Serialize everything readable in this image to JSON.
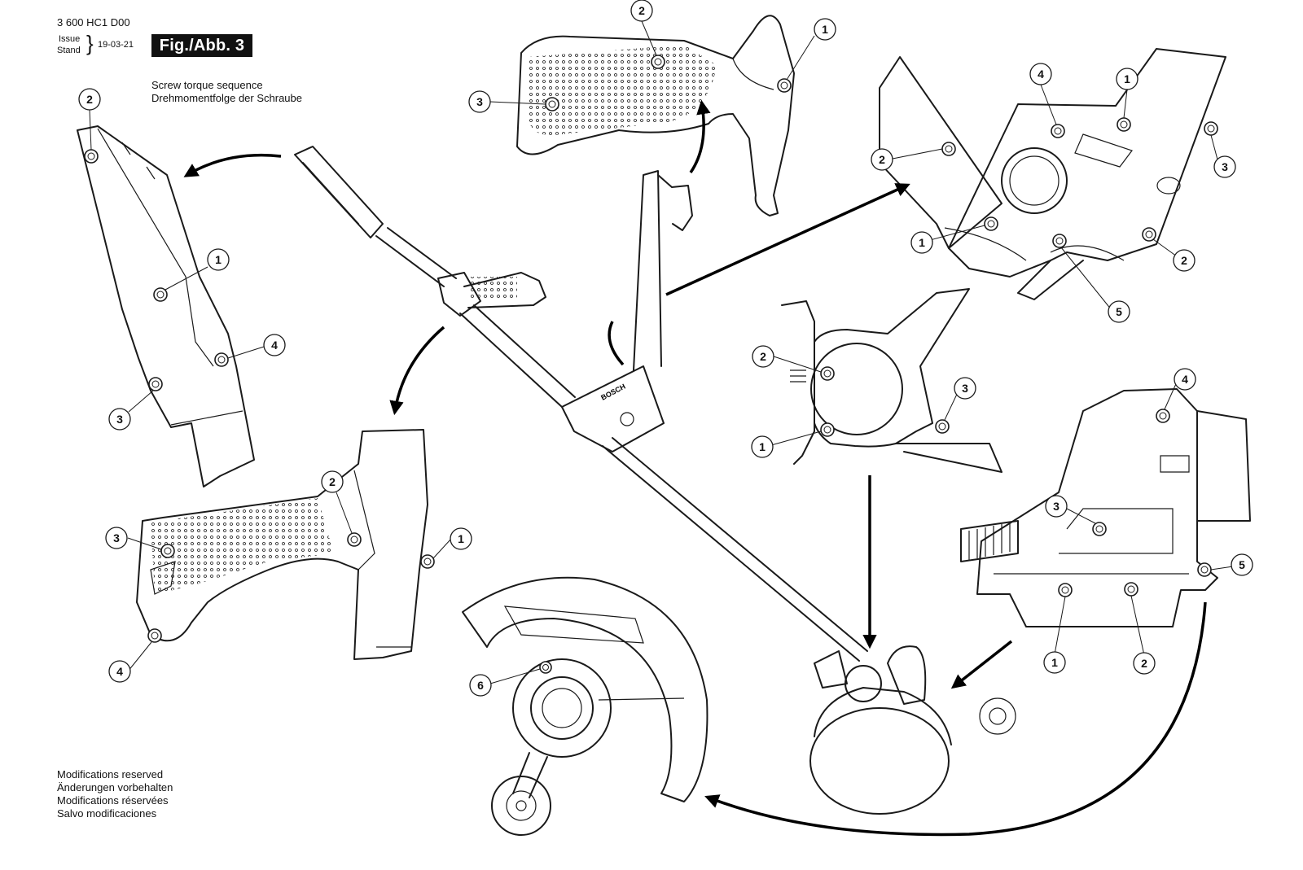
{
  "header": {
    "doc_number": "3 600 HC1 D00",
    "issue_label": "Issue",
    "stand_label": "Stand",
    "date": "19-03-21",
    "figure_label": "Fig./Abb. 3"
  },
  "caption": {
    "line1": "Screw torque sequence",
    "line2": "Drehmomentfolge der Schraube"
  },
  "footer": {
    "line1": "Modifications reserved",
    "line2": "Änderungen vorbehalten",
    "line3": "Modifications réservées",
    "line4": "Salvo modificaciones"
  },
  "brand": "BOSCH",
  "callouts": {
    "handle_top": [
      "2",
      "1",
      "3"
    ],
    "housing_left": [
      "2",
      "1",
      "4",
      "3"
    ],
    "grip_lower": [
      "2",
      "3",
      "1",
      "4"
    ],
    "motor_top_right": [
      "4",
      "1",
      "3",
      "2",
      "1",
      "2",
      "5"
    ],
    "motor_center": [
      "2",
      "3",
      "1"
    ],
    "head_right": [
      "4",
      "3",
      "5",
      "1",
      "2"
    ],
    "guard": [
      "6"
    ]
  },
  "colors": {
    "ink": "#1a1a1a",
    "paper": "#ffffff"
  }
}
